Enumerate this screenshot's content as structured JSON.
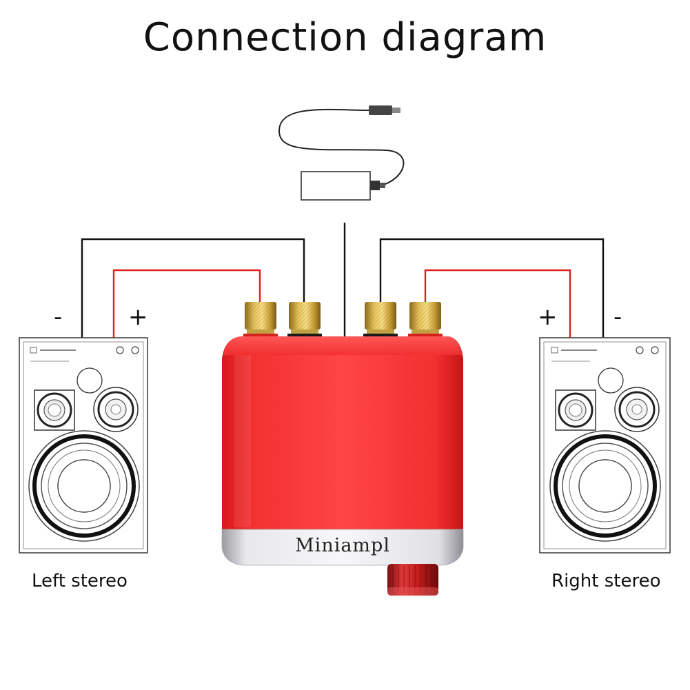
{
  "title": "Connection diagram",
  "amplifier": {
    "brand": "Miniampl"
  },
  "speakers": {
    "left": {
      "caption": "Left stereo",
      "minus": "-",
      "plus": "+"
    },
    "right": {
      "caption": "Right stereo",
      "minus": "-",
      "plus": "+"
    }
  },
  "colors": {
    "amp_body": "#f22a2a",
    "positive_wire": "#e02020",
    "negative_wire": "#111111",
    "terminal_gold": "#d8b24a",
    "silver_band": "#d9d9dc"
  }
}
